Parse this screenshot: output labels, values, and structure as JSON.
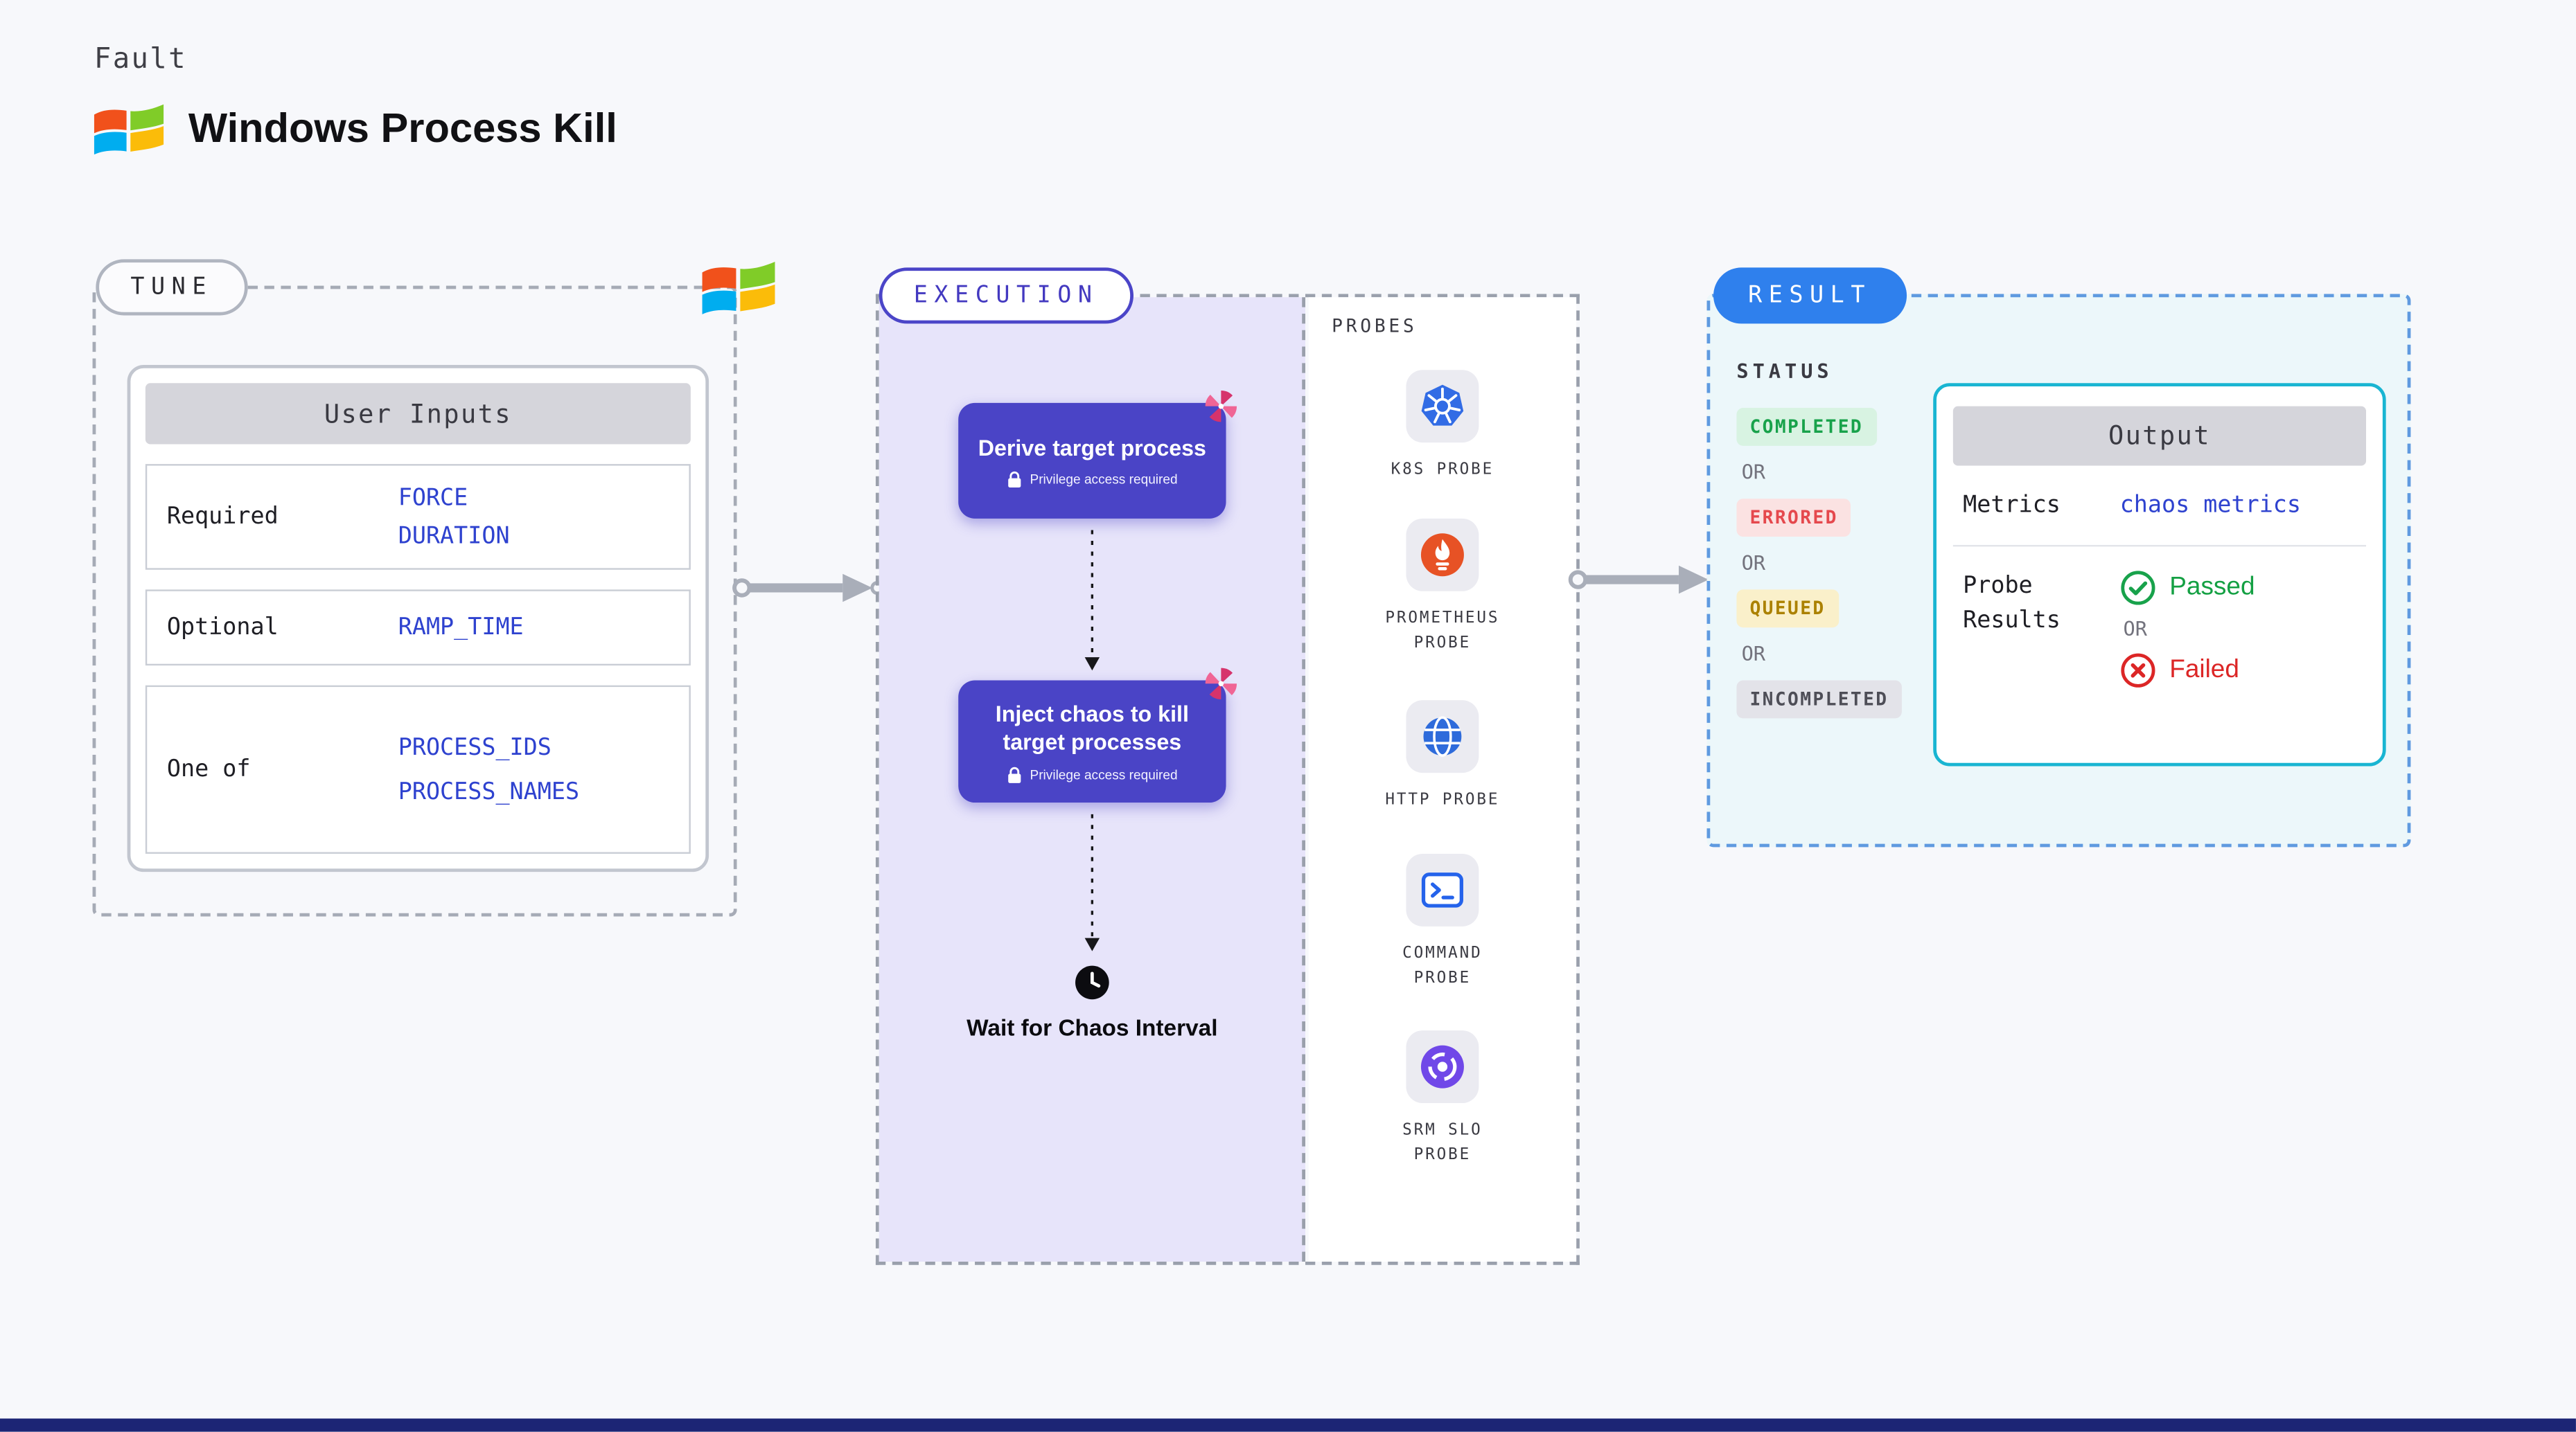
{
  "page": {
    "background": "#f7f8fb",
    "footer_bar_color": "#1c2575"
  },
  "header": {
    "kicker": "Fault",
    "title": "Windows Process Kill",
    "logo_icon": "windows-logo-icon"
  },
  "tune": {
    "badge": "TUNE",
    "logo_icon": "windows-logo-icon",
    "table": {
      "title": "User Inputs",
      "rows": [
        {
          "label": "Required",
          "values": [
            "FORCE",
            "DURATION"
          ]
        },
        {
          "label": "Optional",
          "values": [
            "RAMP_TIME"
          ]
        },
        {
          "label": "One of",
          "values": [
            "PROCESS_IDS",
            "PROCESS_NAMES"
          ]
        }
      ]
    }
  },
  "flow": {
    "arrow_icon": "flow-arrow-icon"
  },
  "execution": {
    "badge": "EXECUTION",
    "steps": [
      {
        "title": "Derive target process",
        "note": "Privilege access required",
        "note_icon": "lock-icon",
        "corner_icon": "pinwheel-icon"
      },
      {
        "title": "Inject chaos to kill target processes",
        "note": "Privilege access required",
        "note_icon": "lock-icon",
        "corner_icon": "pinwheel-icon"
      }
    ],
    "wait": {
      "label": "Wait for Chaos Interval",
      "icon": "clock-icon"
    },
    "probes": {
      "title": "PROBES",
      "items": [
        {
          "label": "K8S PROBE",
          "icon": "kubernetes-icon"
        },
        {
          "label": "PROMETHEUS PROBE",
          "icon": "prometheus-icon"
        },
        {
          "label": "HTTP PROBE",
          "icon": "globe-icon"
        },
        {
          "label": "COMMAND PROBE",
          "icon": "terminal-icon"
        },
        {
          "label": "SRM SLO PROBE",
          "icon": "srm-slo-icon"
        }
      ]
    }
  },
  "result": {
    "badge": "RESULT",
    "status": {
      "title": "STATUS",
      "or_label": "OR",
      "badges": [
        {
          "label": "COMPLETED",
          "type": "success"
        },
        {
          "label": "ERRORED",
          "type": "error"
        },
        {
          "label": "QUEUED",
          "type": "warning"
        },
        {
          "label": "INCOMPLETED",
          "type": "neutral"
        }
      ]
    },
    "output": {
      "title": "Output",
      "metrics_label": "Metrics",
      "metrics_value": "chaos metrics",
      "probe_results_label": "Probe Results",
      "passed_label": "Passed",
      "passed_icon": "check-circle-icon",
      "or_label": "OR",
      "failed_label": "Failed",
      "failed_icon": "x-circle-icon"
    }
  },
  "colors": {
    "accent_indigo": "#4a44c6",
    "accent_blue": "#2f80ed",
    "accent_cyan": "#19b5d2",
    "value_blue": "#2e42cf",
    "success_green": "#18a24b",
    "error_red": "#e5484d",
    "warning_yellow": "#ab8100",
    "chaos_pink": "#e64980",
    "panel_purple": "#e7e4fa"
  }
}
